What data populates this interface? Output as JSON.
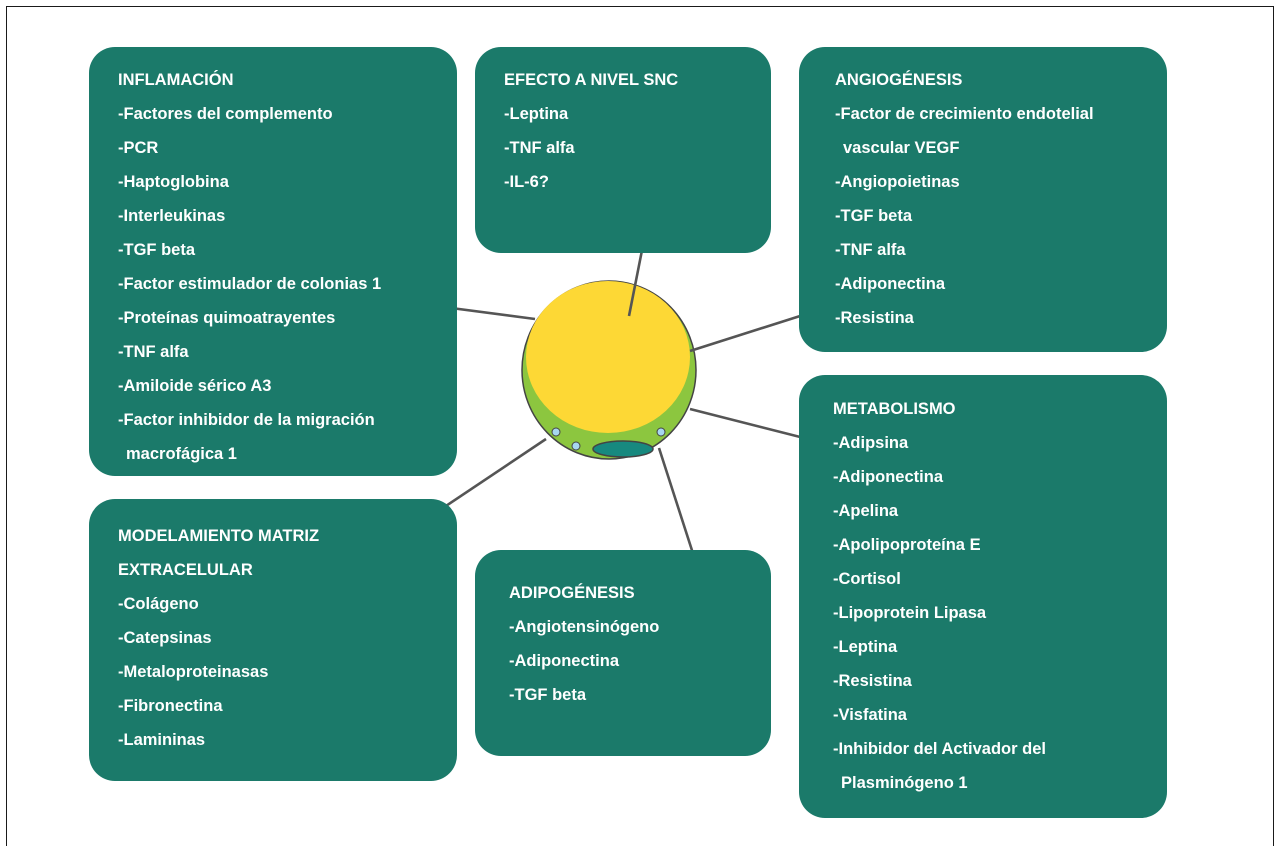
{
  "boxes": {
    "inflamacion": {
      "title": "INFLAMACIÓN",
      "items": [
        "-Factores del complemento",
        "-PCR",
        "-Haptoglobina",
        "-Interleukinas",
        "-TGF beta",
        "-Factor estimulador de colonias 1",
        "-Proteínas quimoatrayentes",
        "-TNF alfa",
        "-Amiloide sérico A3",
        "-Factor inhibidor de la migración",
        "macrofágica 1"
      ]
    },
    "snc": {
      "title": "EFECTO A NIVEL SNC",
      "items": [
        "-Leptina",
        "-TNF alfa",
        "-IL-6?"
      ]
    },
    "angiogenesis": {
      "title": "ANGIOGÉNESIS",
      "items": [
        "-Factor de crecimiento endotelial",
        "vascular VEGF",
        "-Angiopoietinas",
        "-TGF beta",
        "-TNF alfa",
        "-Adiponectina",
        "-Resistina"
      ]
    },
    "metabolismo": {
      "title": "METABOLISMO",
      "items": [
        "-Adipsina",
        "-Adiponectina",
        "-Apelina",
        "-Apolipoproteína E",
        "-Cortisol",
        "-Lipoprotein Lipasa",
        "-Leptina",
        "-Resistina",
        "-Visfatina",
        "-Inhibidor del Activador del",
        "Plasminógeno 1"
      ]
    },
    "modelamiento": {
      "title_lines": [
        "MODELAMIENTO MATRIZ",
        "EXTRACELULAR"
      ],
      "items": [
        "-Colágeno",
        "-Catepsinas",
        "-Metaloproteinasas",
        "-Fibronectina",
        "-Lamininas"
      ]
    },
    "adipogenesis": {
      "title": "ADIPOGÉNESIS",
      "items": [
        "-Angiotensinógeno",
        "-Adiponectina",
        "-TGF beta"
      ]
    }
  },
  "colors": {
    "box": "#1b7a6a",
    "cell_outer": "#8cc63f",
    "cell_inner": "#fdd835",
    "nucleus": "#17897f",
    "arrow": "#555555"
  }
}
